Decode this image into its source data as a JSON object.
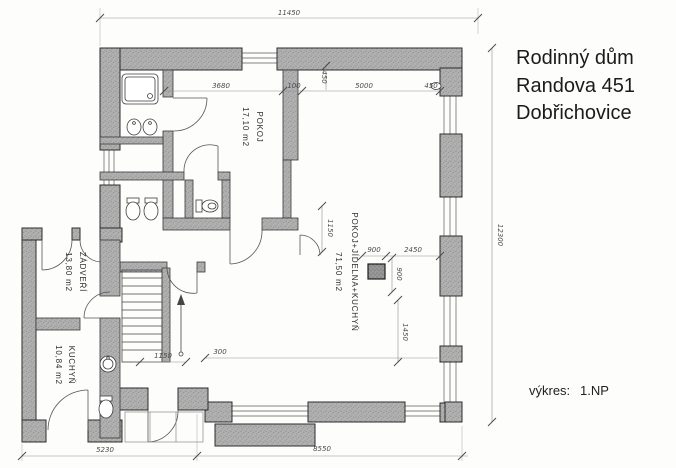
{
  "document": {
    "title_block": {
      "line1": "Rodinný dům",
      "line2": "Randova 451",
      "line3": "Dobřichovice"
    },
    "drawing": {
      "label": "výkres:",
      "value": "1.NP"
    }
  },
  "floor_plan": {
    "rooms": [
      {
        "name": "POKOJ",
        "area": "17,10 m2"
      },
      {
        "name": "POKOJ+JÍDELNA+KUCHYŇ",
        "area": "71,50 m2"
      },
      {
        "name": "ZÁDVEŘÍ",
        "area": "13,80 m2"
      },
      {
        "name": "KUCHYŇ",
        "area": "10,84 m2"
      }
    ],
    "dimensions": {
      "overall_width": "11450",
      "overall_height": "12300",
      "bottom_left_width": "5230",
      "bottom_right_width": "8550",
      "pokoj_width": "3680",
      "wall_offset": "100",
      "living_width": "5000",
      "right_offset": "450",
      "wall_thickness": "450",
      "window_offset": "1150",
      "column_width": "900",
      "column_to_wall": "2450",
      "column_depth": "900",
      "column_spacing": "1450",
      "interior_span": "300",
      "stair_width": "1150"
    }
  },
  "colors": {
    "wall": "#b0b0b0",
    "line": "#3a3a3a",
    "paper": "#fdfdfb"
  }
}
